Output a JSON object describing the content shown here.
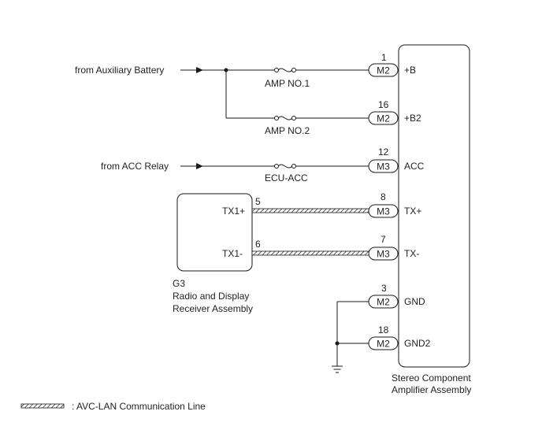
{
  "sources": {
    "aux_battery": "from Auxiliary Battery",
    "acc_relay": "from ACC Relay"
  },
  "fuses": {
    "amp1": "AMP NO.1",
    "amp2": "AMP NO.2",
    "ecu_acc": "ECU-ACC"
  },
  "amplifier": {
    "name_line1": "Stereo Component",
    "name_line2": "Amplifier Assembly",
    "pins": [
      {
        "num": "1",
        "connector": "M2",
        "terminal": "+B"
      },
      {
        "num": "16",
        "connector": "M2",
        "terminal": "+B2"
      },
      {
        "num": "12",
        "connector": "M3",
        "terminal": "ACC"
      },
      {
        "num": "8",
        "connector": "M3",
        "terminal": "TX+"
      },
      {
        "num": "7",
        "connector": "M3",
        "terminal": "TX-"
      },
      {
        "num": "3",
        "connector": "M2",
        "terminal": "GND"
      },
      {
        "num": "18",
        "connector": "M2",
        "terminal": "GND2"
      }
    ]
  },
  "radio": {
    "code": "G3",
    "name_line1": "Radio and Display",
    "name_line2": "Receiver Assembly",
    "pins": [
      {
        "num": "5",
        "terminal": "TX1+"
      },
      {
        "num": "6",
        "terminal": "TX1-"
      }
    ]
  },
  "legend": {
    "text": ": AVC-LAN Communication Line"
  },
  "colors": {
    "line": "#1a1a1a",
    "text": "#222222"
  }
}
